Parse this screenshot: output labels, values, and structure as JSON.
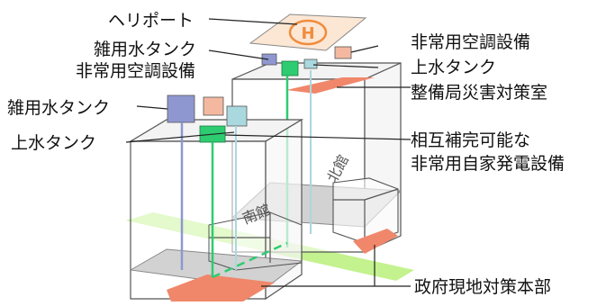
{
  "labels": {
    "heliport": "ヘリポート",
    "north_misc_water_tank": "雑用水タンク",
    "north_emergency_hvac": "非常用空調設備",
    "north_right_emergency_hvac": "非常用空調設備",
    "north_water_tank": "上水タンク",
    "disaster_office": "整備局災害対策室",
    "south_misc_water_tank": "雑用水タンク",
    "south_water_tank": "上水タンク",
    "mutual_generator_line1": "相互補完可能な",
    "mutual_generator_line2": "非常用自家発電設備",
    "local_hq": "政府現地対策本部"
  },
  "buildings": {
    "north": "北館",
    "south": "南館"
  },
  "heliport_symbol": "H",
  "colors": {
    "salmon": "#f0876a",
    "green": "#2ecc71",
    "light_green": "#b8f07a",
    "blue_box": "#8f97d0",
    "cyan_box": "#a9d8de",
    "pink_box": "#f4b8a0",
    "heliport_fill": "#fce6d4",
    "heliport_circle": "#f08c3c",
    "gray_floor": "#d2d2d2"
  }
}
